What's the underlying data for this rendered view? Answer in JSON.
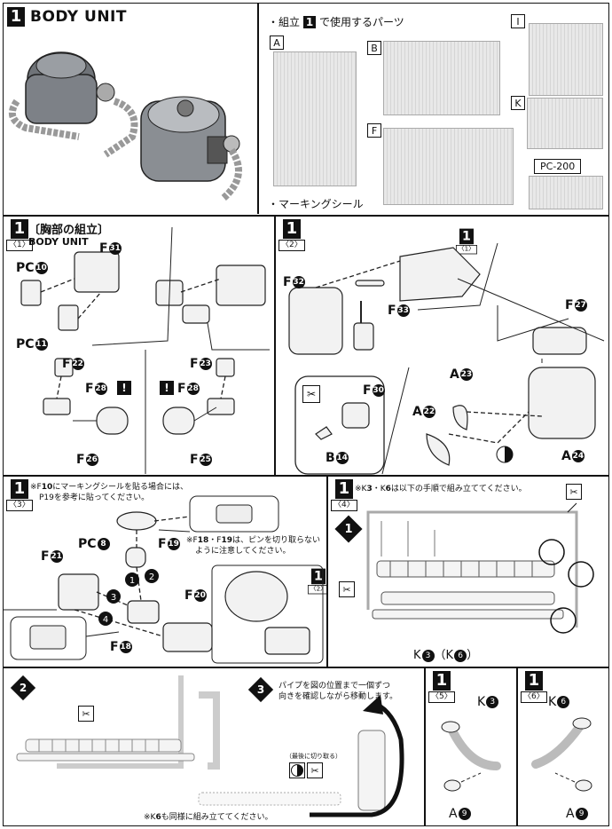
{
  "header": {
    "step": "1",
    "title": "BODY UNIT",
    "parts_heading": "・組立",
    "parts_heading_num": "1",
    "parts_heading_suffix": "で使用するパーツ",
    "runners": [
      "A",
      "B",
      "I",
      "F",
      "K"
    ],
    "pc_label": "PC-200",
    "marking_seal": "・マーキングシール"
  },
  "s1_1": {
    "step": "1",
    "sub": "〈1〉",
    "title": "〔胸部の組立〕",
    "subtitle": "BODY UNIT",
    "parts": {
      "f31": "F",
      "pc10": "PC",
      "pc11": "PC",
      "f22": "F",
      "f28a": "F",
      "f26": "F",
      "f23": "F",
      "f28b": "F",
      "f25": "F"
    },
    "nums": {
      "f31": "31",
      "pc10": "10",
      "pc11": "11",
      "f22": "22",
      "f28a": "28",
      "f26": "26",
      "f23": "23",
      "f28b": "28",
      "f25": "25"
    },
    "excl": "!"
  },
  "s1_2": {
    "step": "1",
    "sub": "〈2〉",
    "ref_step": "1",
    "ref_sub": "〈1〉",
    "parts": {
      "f32": "F",
      "f33": "F",
      "f30": "F",
      "b14": "B",
      "f27": "F",
      "a23": "A",
      "a22": "A",
      "a24": "A"
    },
    "nums": {
      "f32": "32",
      "f33": "33",
      "f30": "30",
      "b14": "14",
      "f27": "27",
      "a23": "23",
      "a22": "22",
      "a24": "24"
    }
  },
  "s1_3": {
    "step": "1",
    "sub": "〈3〉",
    "note1_a": "※F",
    "note1_num": "10",
    "note1_b": "にマーキングシールを貼る場合には、",
    "note1_c": "P19を参考に貼ってください。",
    "note2_a": "※F",
    "note2_n1": "18",
    "note2_mid": "・F",
    "note2_n2": "19",
    "note2_b": "は、ピンを切り取らない",
    "note2_c": "ように注意してください。",
    "ref_step": "1",
    "ref_sub": "〈2〉",
    "parts": {
      "pc8": "PC",
      "f19": "F",
      "f21": "F",
      "f20": "F",
      "f18": "F"
    },
    "nums": {
      "pc8": "8",
      "f19": "19",
      "f21": "21",
      "f20": "20",
      "f18": "18"
    }
  },
  "s1_4": {
    "step": "1",
    "sub": "〈4〉",
    "note_a": "※K",
    "note_n1": "3",
    "note_mid": "・K",
    "note_n2": "6",
    "note_b": "は以下の手順で組み立ててください。",
    "bigstep": "1",
    "label_a": "K",
    "label_n1": "3",
    "label_b": "（K",
    "label_n2": "6",
    "label_c": "）"
  },
  "s2": {
    "bigstep": "2",
    "bigstep3": "3",
    "note3_a": "パイプを図の位置まで一個ずつ",
    "note3_b": "向きを確認しながら移動します。",
    "last_cut": "（最後に切り取る）",
    "bottom_note_a": "※K",
    "bottom_note_n": "6",
    "bottom_note_b": "も同様に組み立ててください。"
  },
  "s1_5": {
    "step": "1",
    "sub": "〈5〉",
    "k": "K",
    "kn": "3",
    "a": "A",
    "an": "9"
  },
  "s1_6": {
    "step": "1",
    "sub": "〈6〉",
    "k": "K",
    "kn": "6",
    "a": "A",
    "an": "9"
  }
}
